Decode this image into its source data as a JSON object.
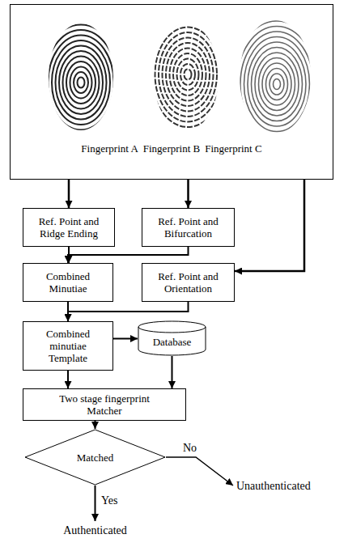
{
  "diagram": {
    "nodes": [
      {
        "text": [
          "Fingerprint A",
          "Fingerprint B",
          "Fingerprint C"
        ]
      },
      {
        "text": [
          "Ref. Point and Ridge Ending"
        ]
      },
      {
        "text": [
          "Ref. Point and Bifurcation"
        ]
      },
      {
        "text": [
          "Combined Minutiae"
        ]
      },
      {
        "text": [
          "Ref. Point and Orientation"
        ]
      },
      {
        "text": [
          "Combined minutiae Template"
        ]
      },
      {
        "text": [
          "Database"
        ]
      },
      {
        "text": [
          "Two stage fingerprint Matcher"
        ]
      },
      {
        "text": [
          "Matched"
        ]
      }
    ],
    "edges": [
      {
        "from": 0,
        "to": 1,
        "arrow": "to"
      },
      {
        "from": 0,
        "to": 2,
        "arrow": "to"
      },
      {
        "from": 0,
        "to": 4,
        "arrow": "to"
      },
      {
        "from": 1,
        "to": 3,
        "arrow": "to"
      },
      {
        "from": 2,
        "to": 3,
        "arrow": "to"
      },
      {
        "from": 3,
        "to": 5,
        "arrow": "to"
      },
      {
        "from": 4,
        "to": 5,
        "arrow": "to"
      },
      {
        "from": 5,
        "to": 6,
        "arrow": "to"
      },
      {
        "from": 5,
        "to": 7,
        "arrow": "to"
      },
      {
        "from": 6,
        "to": 7,
        "arrow": "to"
      },
      {
        "from": 7,
        "to": 8,
        "arrow": "to"
      }
    ],
    "labels": [
      "No",
      "Unauthenticated",
      "Yes",
      "Authenticated"
    ]
  }
}
